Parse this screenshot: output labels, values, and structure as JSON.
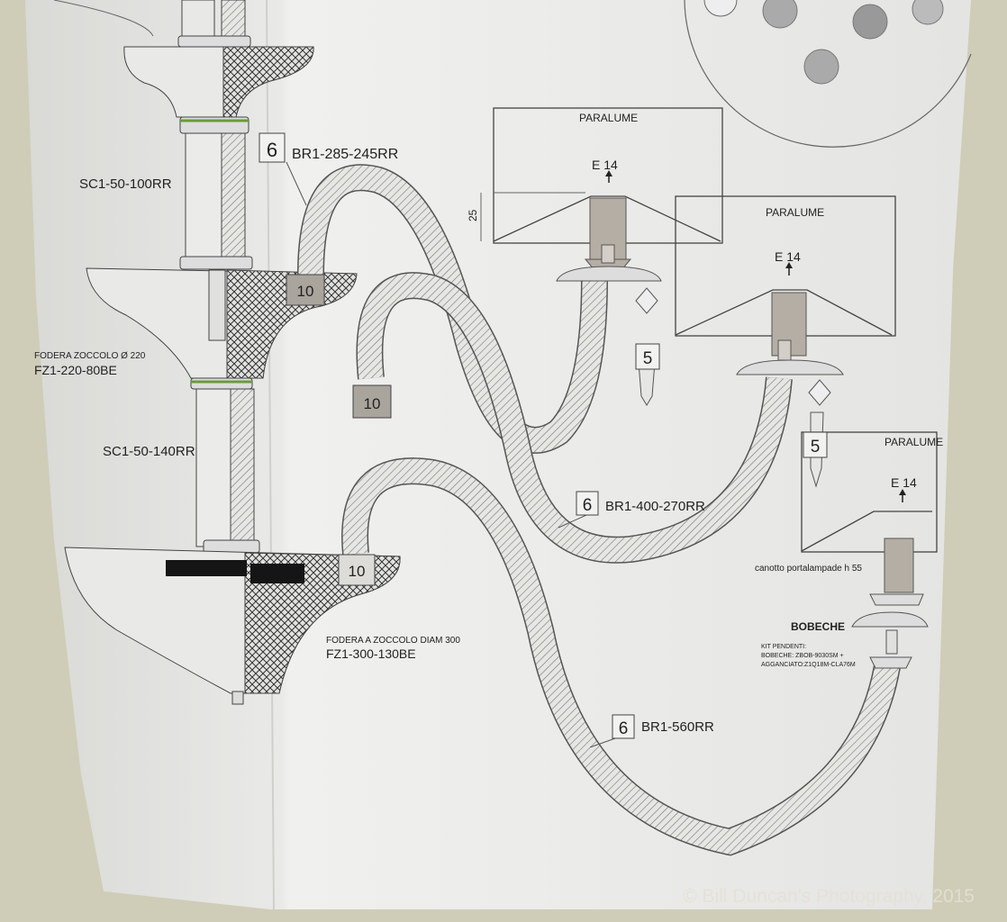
{
  "labels": {
    "sc1_50_100": "SC1-50-100RR",
    "sc1_50_140": "SC1-50-140RR",
    "fodera_220": "FODERA ZOCCOLO Ø 220",
    "fz1_220": "FZ1-220-80BE",
    "fodera_300": "FODERA A ZOCCOLO DIAM 300",
    "fz1_300": "FZ1-300-130BE",
    "br1_285": "BR1-285-245RR",
    "br1_400": "BR1-400-270RR",
    "br1_560": "BR1-560RR",
    "paralume": "PARALUME",
    "e14": "E 14",
    "dim_25": "25",
    "canotto": "canotto portalampade h 55",
    "bobeche": "BOBECHE",
    "kit1": "KIT PENDENTI:",
    "kit2": "BOBECHE: ZBOB-9030SM +",
    "kit3": "AGGANCIATO:Z1Q18M-CLA76M"
  },
  "badges": {
    "six": "6",
    "ten": "10",
    "five": "5"
  },
  "watermark": "© Bill Duncan's Photography, 2015",
  "colors": {
    "paper": "#ececea",
    "wall": "#cfcdb8",
    "line": "#555555",
    "fill_gray": "#b5aea5",
    "dark_tape": "#151515"
  }
}
